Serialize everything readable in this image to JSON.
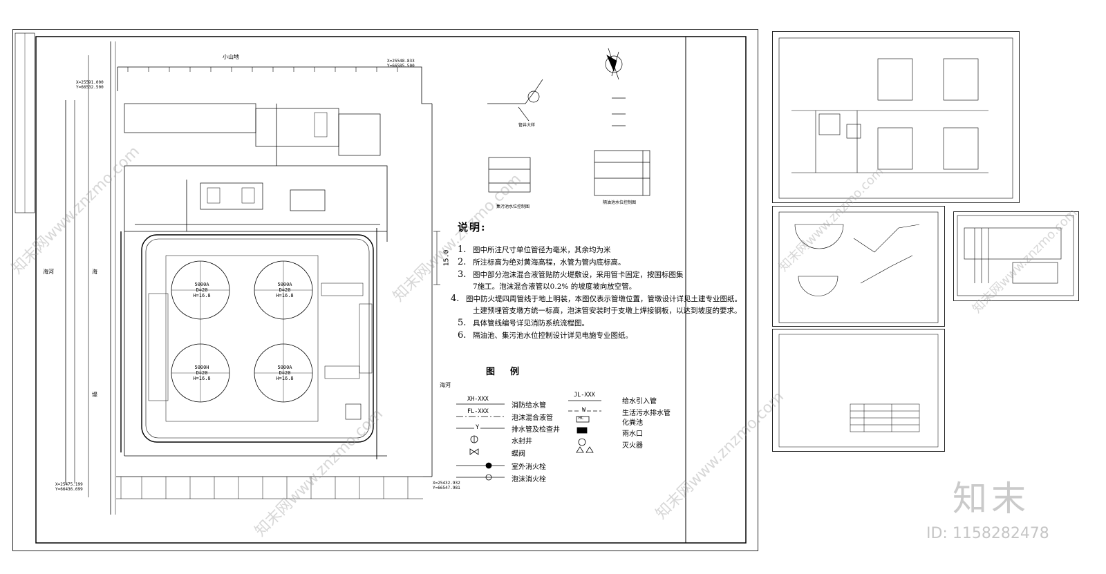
{
  "plan": {
    "hill_label": "小山地",
    "river_label": "海河",
    "road_label_1": "海",
    "road_label_2": "堤",
    "coord_tl": "X=25591.000\nY=66532.500",
    "coord_tr": "X=25548.833\nY=66585.500",
    "coord_bl": "X=25475.199\nY=66436.699",
    "coord_br": "X=25432.932\nY=66547.981",
    "dim_15": "15.0"
  },
  "tanks": [
    {
      "id": "5000A",
      "d": "D=20",
      "h": "H=16.8"
    },
    {
      "id": "5000A",
      "d": "D=20",
      "h": "H=16.8"
    },
    {
      "id": "5000H",
      "d": "D=20",
      "h": "H=16.8"
    },
    {
      "id": "5000A",
      "d": "D=20",
      "h": "H=16.8"
    }
  ],
  "notes": {
    "title": "说明:",
    "items": [
      {
        "num": "1.",
        "text": "图中所注尺寸单位管径为毫米，其余均为米"
      },
      {
        "num": "2.",
        "text": "所注标高为绝对黄海高程，水管为管内底标高。"
      },
      {
        "num": "3.",
        "text": "图中部分泡沫混合液管贴防火堤敷设，采用管卡固定，按国标图集"
      },
      {
        "num": "",
        "text": "7施工。泡沫混合液管以0.2%      的坡度坡向放空管。"
      },
      {
        "num": "4.",
        "text": "图中防火堤四周管线于地上明装，本图仅表示管墩位置，管墩设计详见土建专业图纸。"
      },
      {
        "num": "",
        "text": "土建预埋管支墩方统一标高，泡沫管安装时于支墩上焊接钢板，以达到坡度的要求。"
      },
      {
        "num": "5.",
        "text": "具体管线编号详见消防系统流程图。"
      },
      {
        "num": "6.",
        "text": "隔油池、集污池水位控制设计详见电施专业图纸。"
      }
    ]
  },
  "legend": {
    "title": "图例",
    "items_left": [
      {
        "code": "XH-XXX",
        "label": "消防给水管"
      },
      {
        "code": "FL-XXX",
        "label": "泡沫混合液管"
      },
      {
        "code": "Y",
        "label": "排水管及检查井"
      },
      {
        "code": "",
        "label": "水封井"
      },
      {
        "code": "",
        "label": "蝶阀"
      },
      {
        "code": "",
        "label": "室外消火栓"
      },
      {
        "code": "",
        "label": "泡沫消火栓"
      }
    ],
    "items_right": [
      {
        "code": "JL-XXX",
        "label": "给水引入管"
      },
      {
        "code": "W",
        "label": "生活污水排水管"
      },
      {
        "code": "HC",
        "label": "化粪池"
      },
      {
        "code": "",
        "label": "雨水口"
      },
      {
        "code": "",
        "label": "灭火器"
      }
    ]
  },
  "details": {
    "section_1": "管井大样",
    "section_2": "集污池水位控制图",
    "section_3": "隔油池水位控制图"
  },
  "brand": {
    "logo": "知末",
    "id": "ID: 1158282478",
    "watermark": "知末网www.znzmo.com"
  },
  "colors": {
    "line": "#000000",
    "sheet_border": "#222222",
    "watermark": "#969696"
  }
}
